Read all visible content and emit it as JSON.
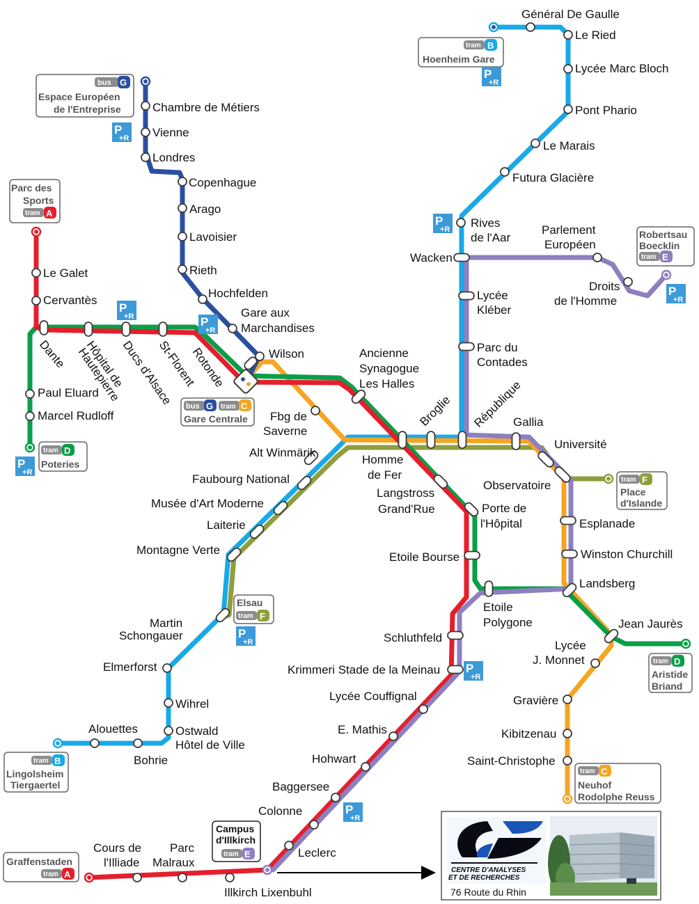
{
  "colors": {
    "line_a": "#e41f2d",
    "line_b": "#19a9e6",
    "line_c": "#f5a524",
    "line_d": "#0b9e48",
    "line_e": "#8e7fc0",
    "line_f": "#8f9e3e",
    "bus_g": "#2b4fa0",
    "pr_blue": "#3d9ad8",
    "pill_gray": "#8c8c8c"
  },
  "stations": {
    "general_de_gaulle": "Général De Gaulle",
    "le_ried": "Le Ried",
    "lycee_marc_bloch": "Lycée Marc Bloch",
    "pont_phario": "Pont Phario",
    "le_marais": "Le Marais",
    "futura_glaciere": "Futura Glacière",
    "rives_aar_1": "Rives",
    "rives_aar_2": "de l'Aar",
    "wacken": "Wacken",
    "parlement_1": "Parlement",
    "parlement_2": "Européen",
    "droits_1": "Droits",
    "droits_2": "de l'Homme",
    "lycee_kleber_1": "Lycée",
    "lycee_kleber_2": "Kléber",
    "parc_contades_1": "Parc du",
    "parc_contades_2": "Contades",
    "chambre_metiers": "Chambre de Métiers",
    "vienne": "Vienne",
    "londres": "Londres",
    "copenhague": "Copenhague",
    "arago": "Arago",
    "lavoisier": "Lavoisier",
    "rieth": "Rieth",
    "hochfelden": "Hochfelden",
    "gare_marchandises_1": "Gare aux",
    "gare_marchandises_2": "Marchandises",
    "wilson": "Wilson",
    "le_galet": "Le Galet",
    "cervantes": "Cervantès",
    "dante": "Dante",
    "hopital_hautepierre_1": "Hôpital de",
    "hopital_hautepierre_2": "Hautepierre",
    "ducs_alsace": "Ducs d'Alsace",
    "st_florent": "St-Florent",
    "rotonde": "Rotonde",
    "paul_eluard": "Paul Eluard",
    "marcel_rudloff": "Marcel Rudloff",
    "ancienne_syn_1": "Ancienne",
    "ancienne_syn_2": "Synagogue",
    "ancienne_syn_3": "Les Halles",
    "fbg_saverne_1": "Fbg de",
    "fbg_saverne_2": "Saverne",
    "broglie": "Broglie",
    "republique": "République",
    "gallia": "Gallia",
    "universite": "Université",
    "alt_winmarik": "Alt Winmärik",
    "homme_fer_1": "Homme",
    "homme_fer_2": "de Fer",
    "faubourg_national": "Faubourg National",
    "musee_art": "Musée d'Art Moderne",
    "laiterie": "Laiterie",
    "montagne_verte": "Montagne Verte",
    "langstross_1": "Langstross",
    "langstross_2": "Grand'Rue",
    "porte_hopital_1": "Porte de",
    "porte_hopital_2": "l'Hôpital",
    "observatoire": "Observatoire",
    "esplanade": "Esplanade",
    "winston_churchill": "Winston Churchill",
    "etoile_bourse": "Etoile Bourse",
    "landsberg": "Landsberg",
    "etoile_polygone_1": "Etoile",
    "etoile_polygone_2": "Polygone",
    "jean_jaures": "Jean Jaurès",
    "martin_schongauer_1": "Martin",
    "martin_schongauer_2": "Schongauer",
    "schluthfeld": "Schluthfeld",
    "lycee_monnet_1": "Lycée",
    "lycee_monnet_2": "J. Monnet",
    "elmerforst": "Elmerforst",
    "krimmeri": "Krimmeri Stade de la Meinau",
    "graviere": "Gravière",
    "wihrel": "Wihrel",
    "lycee_couffignal": "Lycée Couffignal",
    "kibitzenau": "Kibitzenau",
    "alouettes": "Alouettes",
    "ostwald_1": "Ostwald",
    "ostwald_2": "Hôtel de Ville",
    "e_mathis": "E. Mathis",
    "bohrie": "Bohrie",
    "hohwart": "Hohwart",
    "saint_christophe": "Saint-Christophe",
    "baggersee": "Baggersee",
    "colonne": "Colonne",
    "leclerc": "Leclerc",
    "cours_illiade_1": "Cours de",
    "cours_illiade_2": "l'Illiade",
    "parc_malraux_1": "Parc",
    "parc_malraux_2": "Malraux",
    "illkirch_lixenbuhl": "Illkirch Lixenbuhl"
  },
  "terminals": {
    "hoenheim": {
      "mode": "tram",
      "letter": "B",
      "name": "Hoenheim Gare"
    },
    "espace_europeen": {
      "mode": "bus",
      "letter": "G",
      "name1": "Espace Européen",
      "name2": "de l'Entreprise"
    },
    "parc_sports": {
      "name1": "Parc des",
      "name2": "Sports",
      "mode": "tram",
      "letter": "A"
    },
    "robertsau": {
      "name1": "Robertsau",
      "name2": "Boecklin",
      "mode": "tram",
      "letter": "E"
    },
    "gare_centrale": {
      "mode1": "bus",
      "letter1": "G",
      "mode2": "tram",
      "letter2": "C",
      "name": "Gare Centrale"
    },
    "poteries": {
      "mode": "tram",
      "letter": "D",
      "name": "Poteries"
    },
    "place_islande": {
      "mode": "tram",
      "letter": "F",
      "name1": "Place",
      "name2": "d'Islande"
    },
    "elsau": {
      "name": "Elsau",
      "mode": "tram",
      "letter": "F"
    },
    "aristide_briand": {
      "mode": "tram",
      "letter": "D",
      "name1": "Aristide",
      "name2": "Briand"
    },
    "lingolsheim": {
      "mode": "tram",
      "letter": "B",
      "name1": "Lingolsheim",
      "name2": "Tiergaertel"
    },
    "neuhof": {
      "mode": "tram",
      "letter": "C",
      "name1": "Neuhof",
      "name2": "Rodolphe Reuss"
    },
    "campus_illkirch": {
      "name1": "Campus",
      "name2": "d'Illkirch",
      "mode": "tram",
      "letter": "E"
    },
    "graffenstaden": {
      "name": "Graffenstaden",
      "mode": "tram",
      "letter": "A"
    }
  },
  "park_ride": {
    "p": "P",
    "r": "+R"
  },
  "callout": {
    "logo_line1": "CENTRE D'ANALYSES",
    "logo_line2": "ET DE RECHERCHES",
    "address": "76 Route du Rhin"
  }
}
